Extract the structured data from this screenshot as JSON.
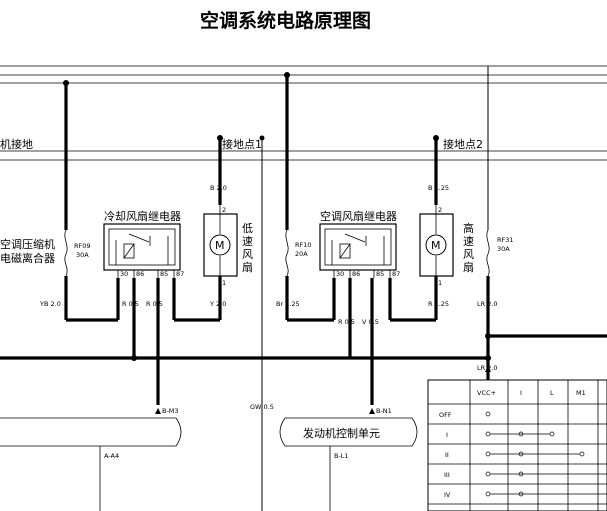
{
  "title": "空调系统电路原理图",
  "ground_left": "机接地",
  "ground1": "接地点1",
  "ground2": "接地点2",
  "compressor_clutch_line1": "空调压缩机",
  "compressor_clutch_line2": "电磁离合器",
  "fuse_rf09": {
    "name": "RF09",
    "rating": "30A"
  },
  "fuse_rf10": {
    "name": "RF10",
    "rating": "20A"
  },
  "fuse_rf31": {
    "name": "RF31",
    "rating": "30A"
  },
  "cooling_fan_relay": "冷却风扇继电器",
  "ac_fan_relay": "空调风扇继电器",
  "low_speed_fan": [
    "低",
    "速",
    "风",
    "扇"
  ],
  "high_speed_fan": [
    "高",
    "速",
    "风",
    "扇"
  ],
  "motor_symbol": "M",
  "relay1_pins": [
    "30",
    "86",
    "85",
    "87"
  ],
  "relay2_pins": [
    "30",
    "86",
    "85",
    "87"
  ],
  "motor_pins": {
    "top": "2",
    "bottom": "1"
  },
  "wire_labels": {
    "b20": "B  2.0",
    "b125": "B  1.25",
    "yb20": "YB  2.0",
    "r05a": "R  0.5",
    "r05b": "R  0.5",
    "y20": "Y  2.0",
    "br125": "Br  1.25",
    "r05c": "R  0.5",
    "v05": "V  0.5",
    "r125": "R  1.25",
    "lr20a": "LR  2.0",
    "lr20b": "LR  2.0",
    "gw05": "GW  0.5"
  },
  "connectors": {
    "bm3": "B-M3",
    "bn1": "B-N1",
    "aa4": "A-A4",
    "bl1": "B-L1"
  },
  "ecu_label": "发动机控制单元",
  "switch_table": {
    "headers": [
      "",
      "VCC+",
      "I",
      "L",
      "M1"
    ],
    "rows": [
      "OFF",
      "I",
      "II",
      "III",
      "IV"
    ]
  }
}
